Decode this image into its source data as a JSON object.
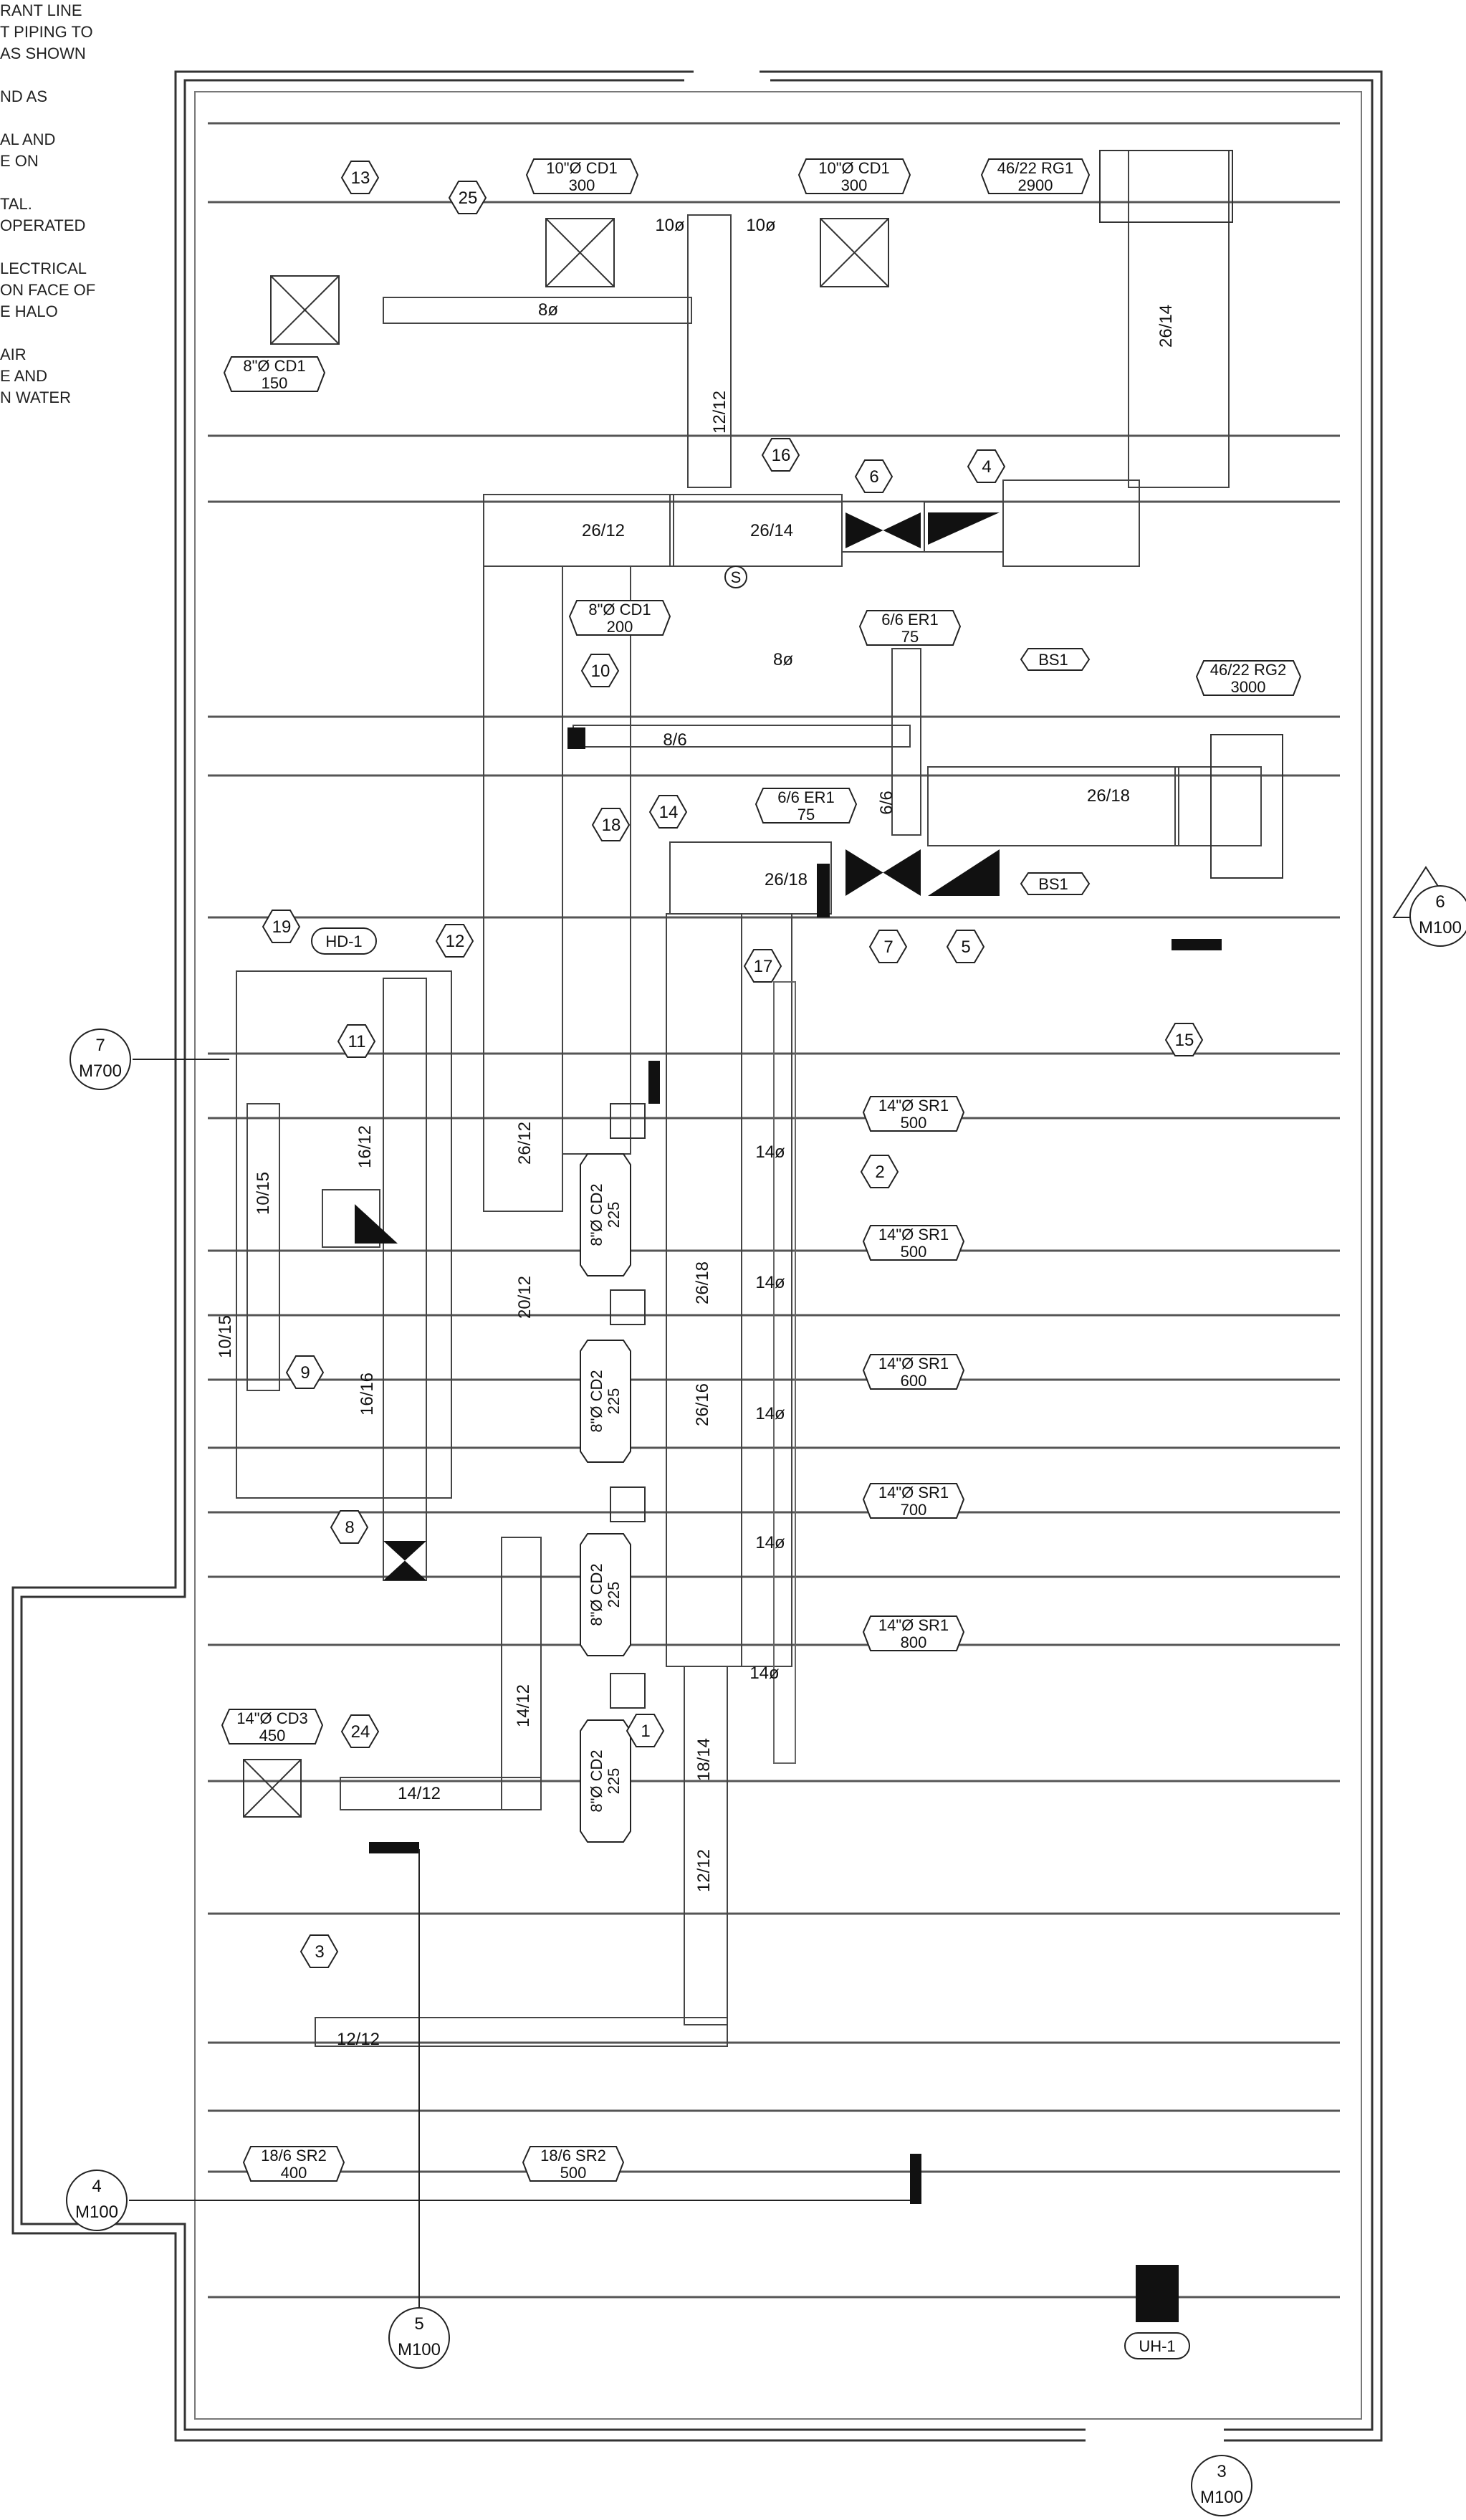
{
  "notes": [
    "RANT LINE",
    "T PIPING TO",
    "AS SHOWN",
    "ND AS",
    "AL AND",
    "E ON",
    "TAL.",
    "OPERATED",
    "LECTRICAL",
    "ON FACE OF",
    "E HALO",
    "AIR",
    "E AND",
    "N WATER"
  ],
  "diffuser_tags": [
    {
      "line1": "10\"Ø CD1",
      "line2": "300"
    },
    {
      "line1": "10\"Ø CD1",
      "line2": "300"
    },
    {
      "line1": "46/22 RG1",
      "line2": "2900"
    },
    {
      "line1": "8\"Ø CD1",
      "line2": "150"
    },
    {
      "line1": "8\"Ø CD1",
      "line2": "200"
    },
    {
      "line1": "6/6 ER1",
      "line2": "75"
    },
    {
      "line1": "46/22 RG2",
      "line2": "3000"
    },
    {
      "line1": "6/6 ER1",
      "line2": "75"
    },
    {
      "line1": "14\"Ø SR1",
      "line2": "500"
    },
    {
      "line1": "14\"Ø SR1",
      "line2": "500"
    },
    {
      "line1": "14\"Ø SR1",
      "line2": "600"
    },
    {
      "line1": "14\"Ø SR1",
      "line2": "700"
    },
    {
      "line1": "14\"Ø SR1",
      "line2": "800"
    },
    {
      "line1": "14\"Ø CD3",
      "line2": "450"
    },
    {
      "line1": "18/6 SR2",
      "line2": "400"
    },
    {
      "line1": "18/6 SR2",
      "line2": "500"
    }
  ],
  "vertical_tags": [
    {
      "line1": "8\"Ø CD2",
      "line2": "225"
    },
    {
      "line1": "8\"Ø CD2",
      "line2": "225"
    },
    {
      "line1": "8\"Ø CD2",
      "line2": "225"
    },
    {
      "line1": "8\"Ø CD2",
      "line2": "225"
    }
  ],
  "keynotes": [
    "13",
    "25",
    "16",
    "6",
    "4",
    "10",
    "14",
    "18",
    "19",
    "12",
    "17",
    "7",
    "5",
    "15",
    "11",
    "2",
    "9",
    "8",
    "1",
    "24",
    "3"
  ],
  "duct_labels": [
    "10ø",
    "10ø",
    "8ø",
    "26/12",
    "26/14",
    "8ø",
    "8/6",
    "26/18",
    "26/18",
    "14ø",
    "14ø",
    "14ø",
    "14ø",
    "14ø",
    "14/12",
    "12/12",
    "26/14",
    "12/12",
    "6/6",
    "16/12",
    "10/15",
    "10/15",
    "16/16",
    "26/12",
    "20/12",
    "26/18",
    "26/16",
    "14/12",
    "18/14",
    "12/12"
  ],
  "equipment": {
    "bs_top": "BS1",
    "bs_bottom": "BS1",
    "hd": "HD-1",
    "uh": "UH-1",
    "smoke": "S"
  },
  "section_marks": [
    {
      "num": "6",
      "sheet": "M100"
    },
    {
      "num": "7",
      "sheet": "M700"
    },
    {
      "num": "4",
      "sheet": "M100"
    },
    {
      "num": "5",
      "sheet": "M100"
    },
    {
      "num": "3",
      "sheet": "M100"
    }
  ]
}
